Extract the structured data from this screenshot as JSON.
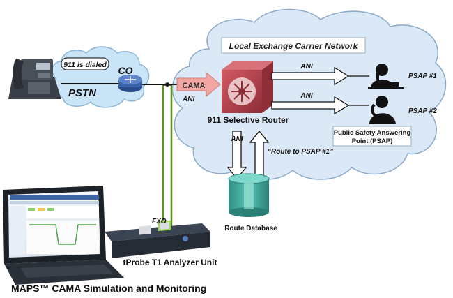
{
  "labels": {
    "lec_network": "Local Exchange Carrier Network",
    "dialed": "911 is dialed",
    "pstn": "PSTN",
    "co": "CO",
    "cama": "CAMA",
    "ani_cama": "ANI",
    "ani_top": "ANI",
    "ani_mid": "ANI",
    "ani_db": "ANI",
    "psap1": "PSAP #1",
    "psap2": "PSAP #2",
    "selective_router": "911 Selective Router",
    "psap_line1": "Public Safety Answering",
    "psap_line2": "Point (PSAP)",
    "route_to": "“Route to PSAP #1”",
    "route_db": "Route Database",
    "fxo": "FXO",
    "tprobe": "tProbe T1 Analyzer Unit",
    "footer": "MAPS™ CAMA Simulation and Monitoring"
  },
  "colors": {
    "cloud_fill": "#dbe9f6",
    "cloud_stroke": "#8aa8c8",
    "router_red": "#b8424e",
    "cama_pink": "#f3a7a3",
    "db_teal": "#3aa79b",
    "green_line": "#99d94a",
    "router_blue": "#3b63a8"
  }
}
